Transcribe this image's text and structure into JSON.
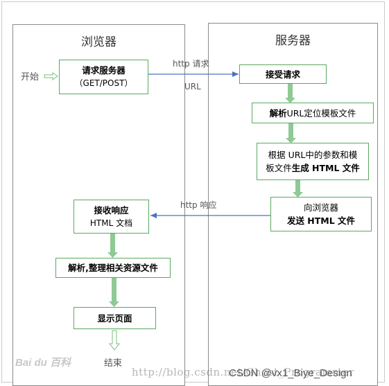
{
  "lanes": {
    "browser": "浏览器",
    "server": "服务器"
  },
  "start": "开始",
  "end": "结束",
  "boxes": {
    "request_server": {
      "title": "请求服务器",
      "sub": "（GET/POST）"
    },
    "accept_request": {
      "title": "接受请求"
    },
    "parse_url": {
      "bold_part": "解析",
      "text": " URL定位模板文件"
    },
    "generate_html": {
      "line1": "根据 URL中的参数和模",
      "line2_normal": "板文件",
      "line2_bold": "生成 HTML 文件"
    },
    "send_html": {
      "line1": "向浏览器",
      "line2": "发送 HTML 文件"
    },
    "receive_response": {
      "title": "接收响应",
      "sub": "HTML 文档"
    },
    "parse_resources": {
      "title": "解析,整理相关资源文件"
    },
    "show_page": {
      "title": "显示页面"
    }
  },
  "edge_labels": {
    "http_request": "http 请求",
    "url": "URL",
    "http_response": "http 响应"
  },
  "watermarks": {
    "csdn": "CSDN @vx1_Biye_Design",
    "baidu": "Bai du 百科",
    "blog_url": "http://blog.csdn.net/Ghost_Programmer"
  },
  "colors": {
    "box_border": "#59a85f",
    "arrow_green": "#8fc995",
    "arrow_blue": "#4a72c4",
    "lane_border": "#8a8a8a"
  }
}
